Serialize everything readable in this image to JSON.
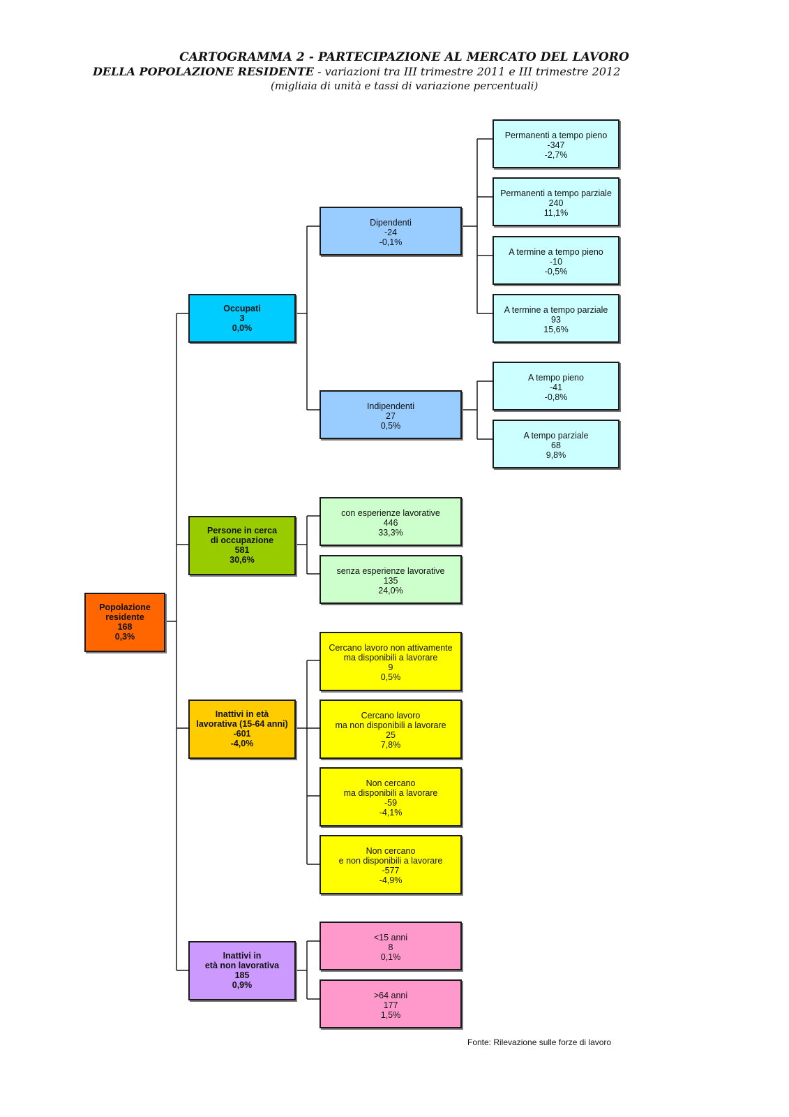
{
  "title": {
    "line1": "CARTOGRAMMA 2 - PARTECIPAZIONE AL MERCATO DEL LAVORO",
    "line2_bold": "DELLA POPOLAZIONE RESIDENTE",
    "line2_rest": " - variazioni tra III trimestre 2011 e III trimestre 2012",
    "line3": "(migliaia di unità e tassi di variazione percentuali)"
  },
  "nodes": {
    "popolazione": {
      "label1": "Popolazione",
      "label2": "residente",
      "value": "168",
      "pct": "0,3%"
    },
    "occupati": {
      "label1": "Occupati",
      "value": "3",
      "pct": "0,0%"
    },
    "cerca": {
      "label1": "Persone in cerca",
      "label2": "di occupazione",
      "value": "581",
      "pct": "30,6%"
    },
    "inattivi_lav": {
      "label1": "Inattivi  in età",
      "label2": "lavorativa (15-64 anni)",
      "value": "-601",
      "pct": "-4,0%"
    },
    "inattivi_nonlav": {
      "label1": "Inattivi  in",
      "label2": "età non lavorativa",
      "value": "185",
      "pct": "0,9%"
    },
    "dipendenti": {
      "label1": "Dipendenti",
      "value": "-24",
      "pct": "-0,1%"
    },
    "indipendenti": {
      "label1": "Indipendenti",
      "value": "27",
      "pct": "0,5%"
    },
    "perm_pieno": {
      "label1": "Permanenti a tempo pieno",
      "value": "-347",
      "pct": "-2,7%"
    },
    "perm_parziale": {
      "label1": "Permanenti a tempo parziale",
      "value": "240",
      "pct": "11,1%"
    },
    "term_pieno": {
      "label1": "A termine a tempo pieno",
      "value": "-10",
      "pct": "-0,5%"
    },
    "term_parziale": {
      "label1": "A termine a tempo parziale",
      "value": "93",
      "pct": "15,6%"
    },
    "ind_pieno": {
      "label1": "A tempo pieno",
      "value": "-41",
      "pct": "-0,8%"
    },
    "ind_parziale": {
      "label1": "A tempo parziale",
      "value": "68",
      "pct": "9,8%"
    },
    "con_esp": {
      "label1": "con esperienze lavorative",
      "value": "446",
      "pct": "33,3%"
    },
    "senza_esp": {
      "label1": "senza esperienze lavorative",
      "value": "135",
      "pct": "24,0%"
    },
    "cercano_non_att": {
      "label1": "Cercano lavoro non attivamente",
      "label2": "ma disponibili a lavorare",
      "value": "9",
      "pct": "0,5%"
    },
    "cercano_non_disp": {
      "label1": "Cercano lavoro",
      "label2": "ma non disponibili a lavorare",
      "value": "25",
      "pct": "7,8%"
    },
    "non_cercano_disp": {
      "label1": "Non cercano",
      "label2": "ma disponibili a lavorare",
      "value": "-59",
      "pct": "-4,1%"
    },
    "non_cercano_non_disp": {
      "label1": "Non cercano",
      "label2": "e non disponibili a lavorare",
      "value": "-577",
      "pct": "-4,9%"
    },
    "under15": {
      "label1": "<15 anni",
      "value": "8",
      "pct": "0,1%"
    },
    "over64": {
      "label1": ">64 anni",
      "value": "177",
      "pct": "1,5%"
    }
  },
  "colors": {
    "popolazione": "#ff6600",
    "occupati": "#00ccff",
    "dipendenti": "#99ccff",
    "occupati_leaf": "#ccffff",
    "cerca": "#99cc00",
    "cerca_leaf": "#ccffcc",
    "inattivi_lav": "#ffcc00",
    "inattivi_lav_leaf": "#ffff00",
    "inattivi_nonlav": "#cc99ff",
    "inattivi_nonlav_leaf": "#ff99cc"
  },
  "source": "Fonte: Rilevazione sulle forze di lavoro"
}
